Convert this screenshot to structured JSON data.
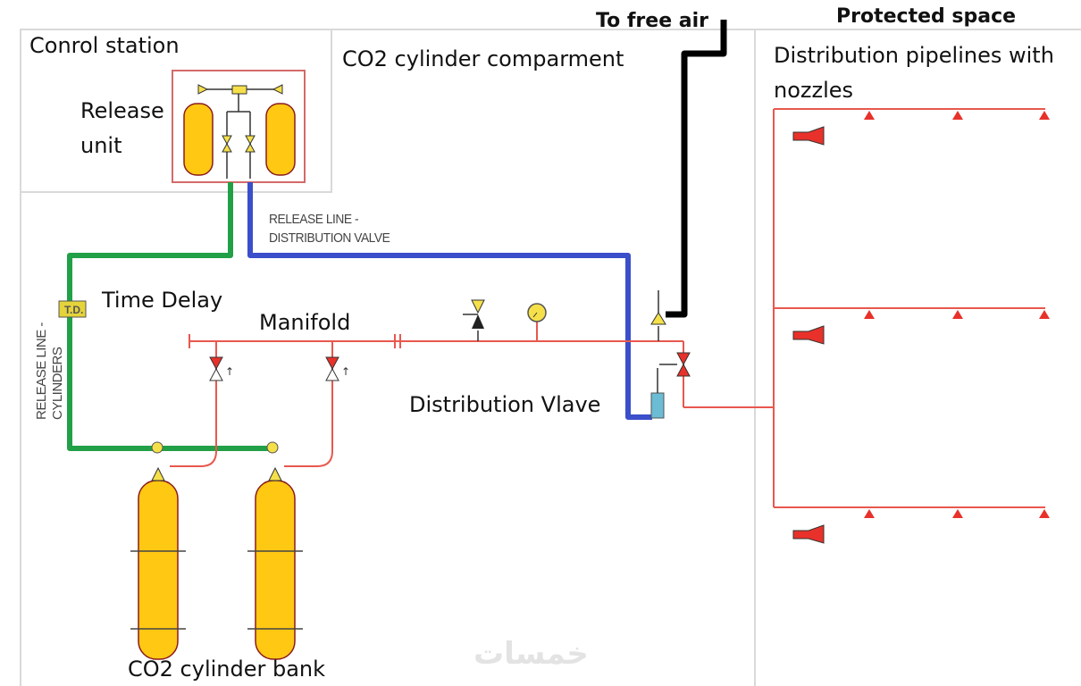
{
  "diagram": {
    "type": "CO2 fire suppression system schematic",
    "zones": {
      "control_station": "Conrol station",
      "cylinder_compartment": "CO2 cylinder comparment",
      "protected_space": "Protected space"
    },
    "labels": {
      "release_unit": [
        "Release",
        "unit"
      ],
      "time_delay": "Time Delay",
      "manifold": "Manifold",
      "distribution_valve": "Distribution Vlave",
      "cylinder_bank": "CO2 cylinder bank",
      "to_free_air": "To free air",
      "distribution_pipelines": [
        "Distribution pipelines with",
        "nozzles"
      ],
      "release_line_distribution_valve": [
        "RELEASE LINE -",
        "DISTRIBUTION VALVE"
      ],
      "release_line_cylinders": [
        "RELEASE LINE -",
        "CYLINDERS"
      ],
      "time_delay_box": "T.D."
    },
    "watermark": "خمسات",
    "colors": {
      "cylinder_fill": "#ffc813",
      "release_line_cylinders": "#21a047",
      "release_line_valve": "#3a4fc9",
      "vent_line": "#000000",
      "co2_pipe": "#e8584e",
      "nozzle": "#e8312a",
      "control_box_border": "#d46a6a"
    },
    "counts": {
      "release_unit_pilot_cylinders": 2,
      "co2_bank_cylinders": 2,
      "nozzle_branches": 3,
      "nozzles_per_branch": 3
    }
  }
}
